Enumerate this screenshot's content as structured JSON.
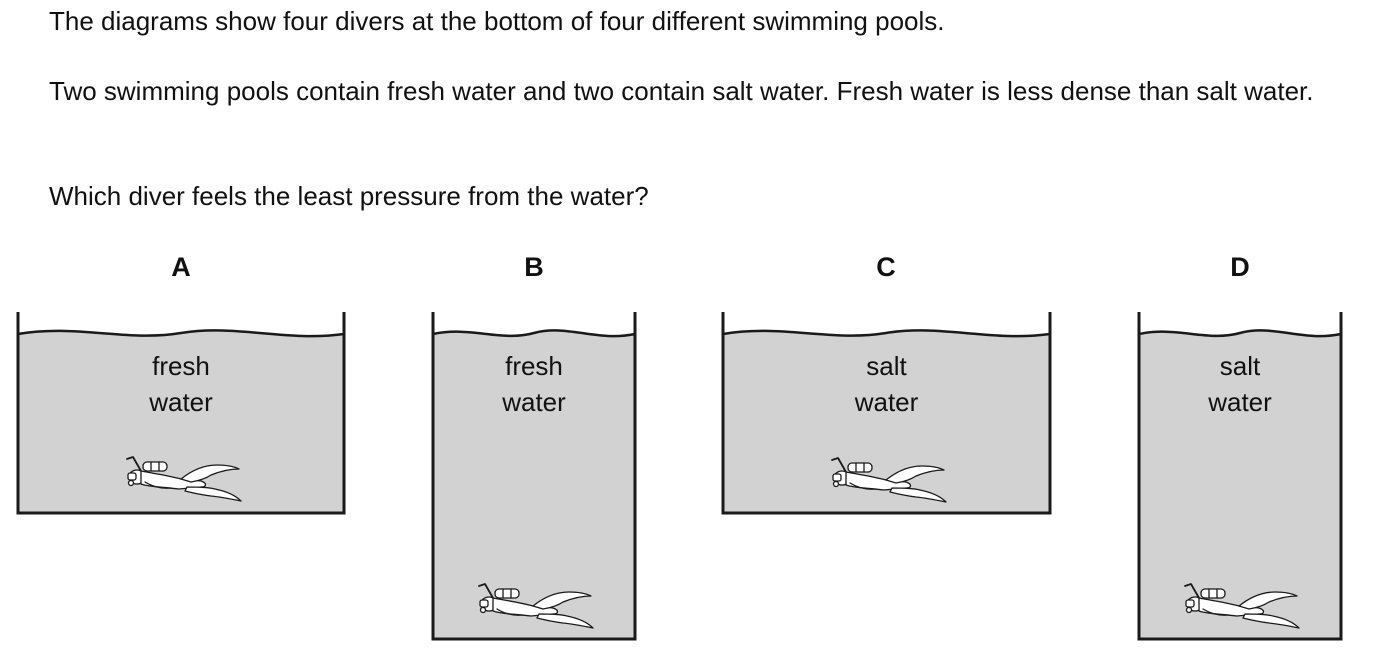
{
  "question": {
    "intro": "The diagrams show four divers at the bottom of four different swimming pools.",
    "detail": "Two swimming pools contain fresh water and two contain salt water. Fresh water is less dense than salt water.",
    "prompt": "Which diver feels the least pressure from the water?"
  },
  "pools": [
    {
      "letter": "A",
      "water_line1": "fresh",
      "water_line2": "water"
    },
    {
      "letter": "B",
      "water_line1": "fresh",
      "water_line2": "water"
    },
    {
      "letter": "C",
      "water_line1": "salt",
      "water_line2": "water"
    },
    {
      "letter": "D",
      "water_line1": "salt",
      "water_line2": "water"
    }
  ],
  "colors": {
    "water": "#d2d2d2",
    "outline": "#1a1a1a",
    "text": "#111111"
  },
  "icons": [
    "scuba-diver-icon"
  ]
}
